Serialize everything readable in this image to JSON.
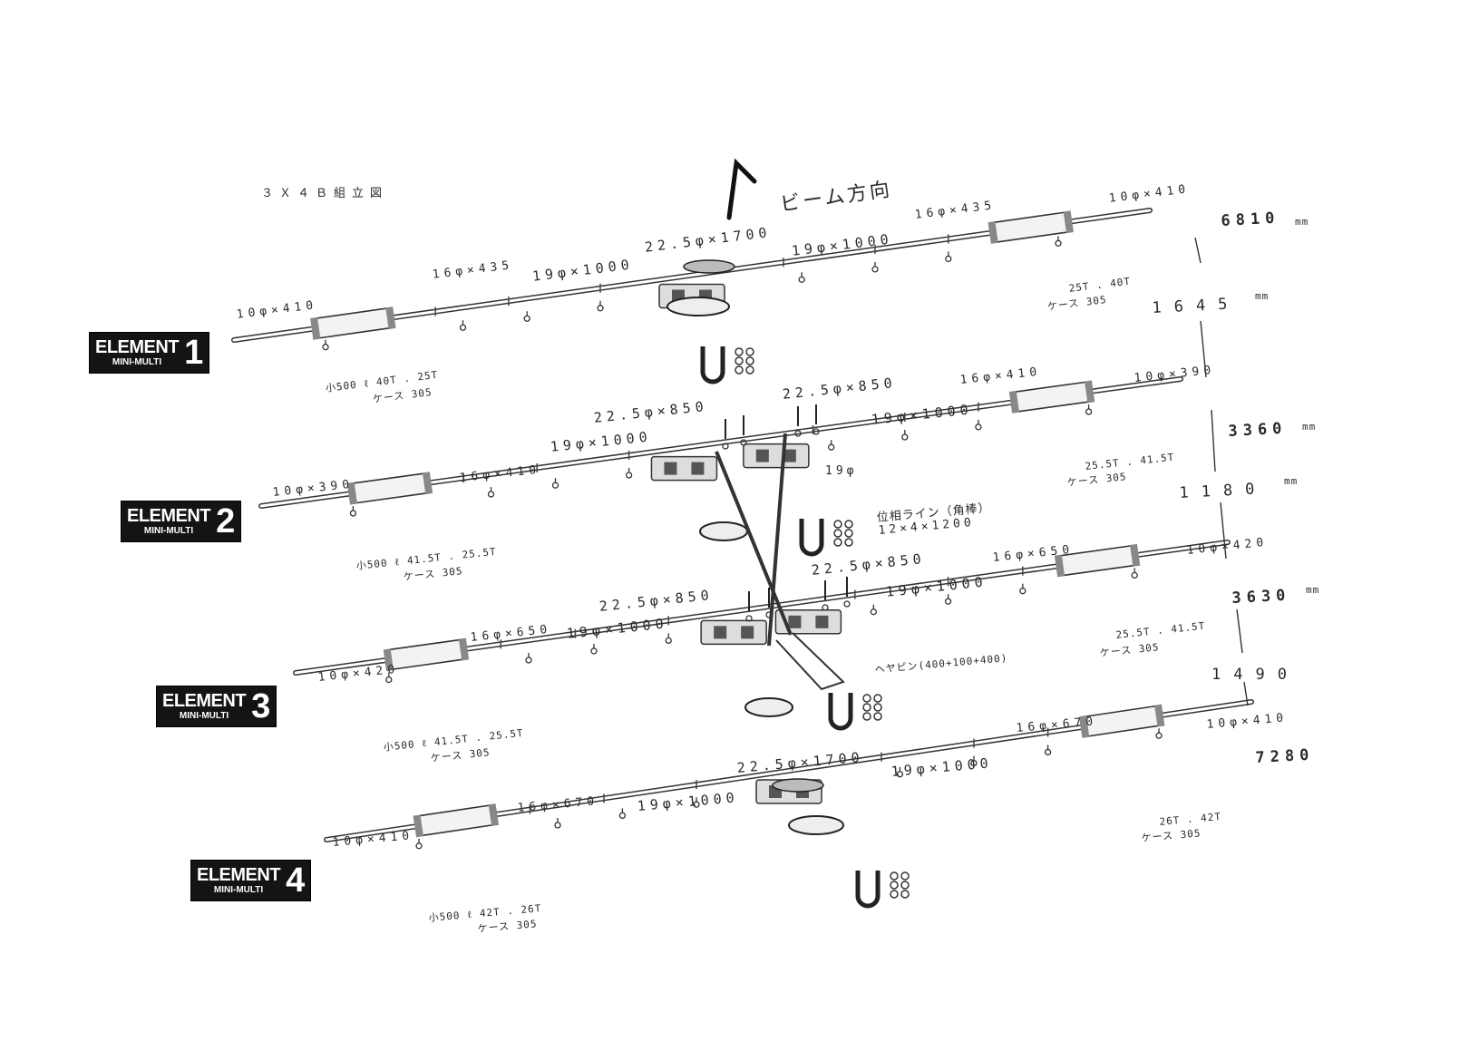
{
  "title": "３Ｘ４Ｂ組立図",
  "beam_direction": "ビーム方向",
  "elements": [
    {
      "badge_word": "ELEMENT",
      "badge_sub": "MINI-MULTI",
      "badge_num": "1",
      "end_left": "10φ×410",
      "seg_left": "16φ×435",
      "tube_left": "19φ×1000",
      "center": "22.5φ×1700",
      "tube_right": "19φ×1000",
      "seg_right": "16φ×435",
      "end_right": "10φ×410",
      "trap_left_1": "小500 ℓ  40T . 25T",
      "trap_left_2": "ケース 305",
      "trap_right_1": "25T . 40T",
      "trap_right_2": "ケース 305",
      "length": "6810",
      "unit": "mm"
    },
    {
      "badge_word": "ELEMENT",
      "badge_sub": "MINI-MULTI",
      "badge_num": "2",
      "end_left": "10φ×390",
      "seg_left": "16φ×410",
      "tube_left": "19φ×1000",
      "center_left": "22.5φ×850",
      "center_right": "22.5φ×850",
      "tube_right": "19φ×1000",
      "stub": "19φ",
      "seg_right": "16φ×410",
      "end_right": "10φ×390",
      "trap_left_1": "小500 ℓ  41.5T . 25.5T",
      "trap_left_2": "ケース 305",
      "trap_right_1": "25.5T . 41.5T",
      "trap_right_2": "ケース 305",
      "length": "3360",
      "unit": "mm"
    },
    {
      "badge_word": "ELEMENT",
      "badge_sub": "MINI-MULTI",
      "badge_num": "3",
      "end_left": "10φ×420",
      "seg_left": "16φ×650",
      "tube_left": "19φ×1000",
      "center_left": "22.5φ×850",
      "center_right": "22.5φ×850",
      "tube_right": "19φ×1000",
      "seg_right": "16φ×650",
      "end_right": "10φ×420",
      "trap_left_1": "小500 ℓ  41.5T . 25.5T",
      "trap_left_2": "ケース 305",
      "trap_right_1": "25.5T . 41.5T",
      "trap_right_2": "ケース 305",
      "length": "3630",
      "unit": "mm"
    },
    {
      "badge_word": "ELEMENT",
      "badge_sub": "MINI-MULTI",
      "badge_num": "4",
      "end_left": "10φ×410",
      "seg_left": "16φ×670",
      "tube_left": "19φ×1000",
      "center": "22.5φ×1700",
      "tube_right": "19φ×1000",
      "seg_right": "16φ×670",
      "end_right": "10φ×410",
      "trap_left_1": "小500 ℓ  42T . 26T",
      "trap_left_2": "ケース 305",
      "trap_right_1": "26T . 42T",
      "trap_right_2": "ケース 305",
      "length": "7280",
      "unit": ""
    }
  ],
  "spacing": [
    {
      "value": "1645",
      "unit": "mm"
    },
    {
      "value": "1180",
      "unit": "mm"
    },
    {
      "value": "1490",
      "unit": ""
    }
  ],
  "phase_line_1": "位相ライン（角棒）",
  "phase_line_2": "12×4×1200",
  "hairpin": "ヘヤピン(400+100+400)"
}
